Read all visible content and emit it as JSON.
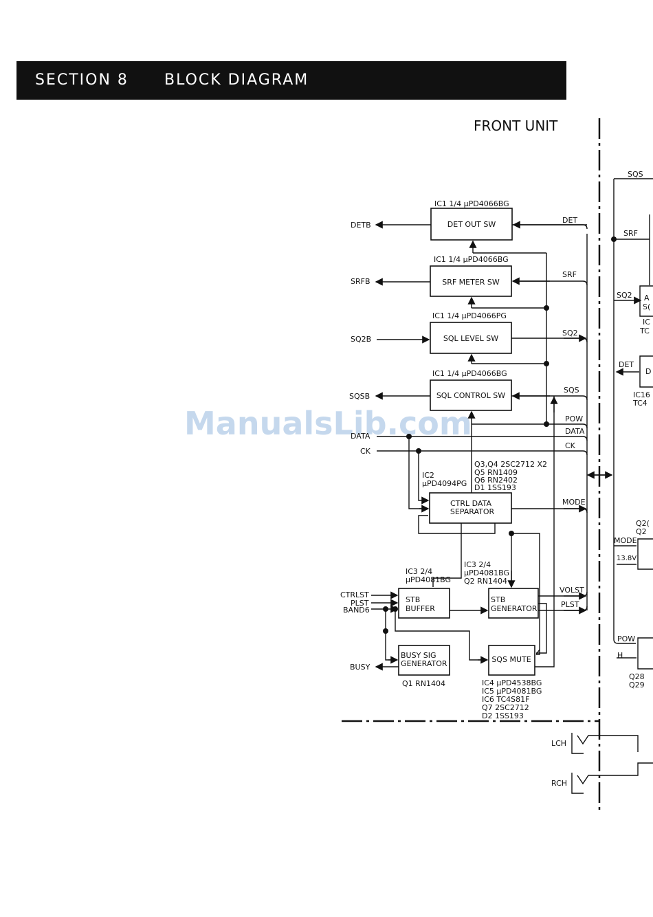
{
  "header": {
    "section": "SECTION 8",
    "title": "BLOCK DIAGRAM"
  },
  "unit_title": "FRONT UNIT",
  "watermark": "ManualsLib.com",
  "blocks": {
    "det_out": {
      "ic": "IC1 1/4 μPD4066BG",
      "lines": [
        "DET OUT SW"
      ]
    },
    "srf_meter": {
      "ic": "IC1 1/4 μPD4066BG",
      "lines": [
        "SRF METER SW"
      ]
    },
    "sql_level": {
      "ic": "IC1 1/4  μPD4066PG",
      "lines": [
        "SQL LEVEL SW"
      ]
    },
    "sql_control": {
      "ic": "IC1 1/4 μPD4066BG",
      "lines": [
        "SQL CONTROL SW"
      ]
    },
    "ctrl_data": {
      "ic1": "IC2",
      "ic2": "μPD4094PG",
      "lines": [
        "CTRL DATA",
        "SEPARATOR"
      ]
    },
    "stb_buffer": {
      "ic1": "IC3 2/4",
      "ic2": "μPD4081BG",
      "lines": [
        "STB",
        "BUFFER"
      ]
    },
    "stb_gen": {
      "ic1": "IC3 2/4",
      "ic2": "μPD4081BG",
      "ic3": "Q2 RN1404",
      "lines": [
        "STB",
        "GENERATOR"
      ]
    },
    "busy_sig": {
      "ic": "Q1 RN1404",
      "lines": [
        "BUSY SIG",
        "GENERATOR"
      ]
    },
    "sqs_mute": {
      "lines": [
        "SQS MUTE"
      ]
    }
  },
  "transistor_notes": [
    "Q3,Q4  2SC2712 X2",
    "Q5 RN1409",
    "Q6 RN2402",
    "D1 1SS193"
  ],
  "mute_notes": [
    "IC4  μPD4538BG",
    "IC5  μPD4081BG",
    "IC6  TC4S81F",
    "Q7   2SC2712",
    "D2   1SS193"
  ],
  "left_signals": {
    "detb": "DETB",
    "srfb": "SRFB",
    "sq2b": "SQ2B",
    "sqsb": "SQSB",
    "data": "DATA",
    "ck": "CK",
    "ctrlst": "CTRLST",
    "plst": "PLST",
    "band6": "BAND6",
    "busy": "BUSY"
  },
  "right_signals": {
    "det": "DET",
    "srf": "SRF",
    "sq2": "SQ2",
    "sqs": "SQS",
    "pow": "POW",
    "data": "DATA",
    "ck": "CK",
    "mode": "MODE",
    "volst": "VOLST",
    "plst": "PLST"
  },
  "far_right": {
    "sqs": "SQS",
    "srf": "SRF",
    "sq2": "SQ2",
    "det": "DET",
    "mode": "MODE",
    "v138": "13.8V",
    "pow": "POW",
    "h": "H",
    "q28": "Q28",
    "q29": "Q29",
    "frag_a": "A",
    "frag_s": "S(",
    "frag_ic": "IC",
    "frag_tc": "TC",
    "frag_d": "D",
    "frag_ic16": "IC16",
    "frag_tc4": "TC4",
    "frag_q2a": "Q2(",
    "frag_q2b": "Q2"
  },
  "jacks": {
    "lch": "LCH",
    "rch": "RCH"
  }
}
